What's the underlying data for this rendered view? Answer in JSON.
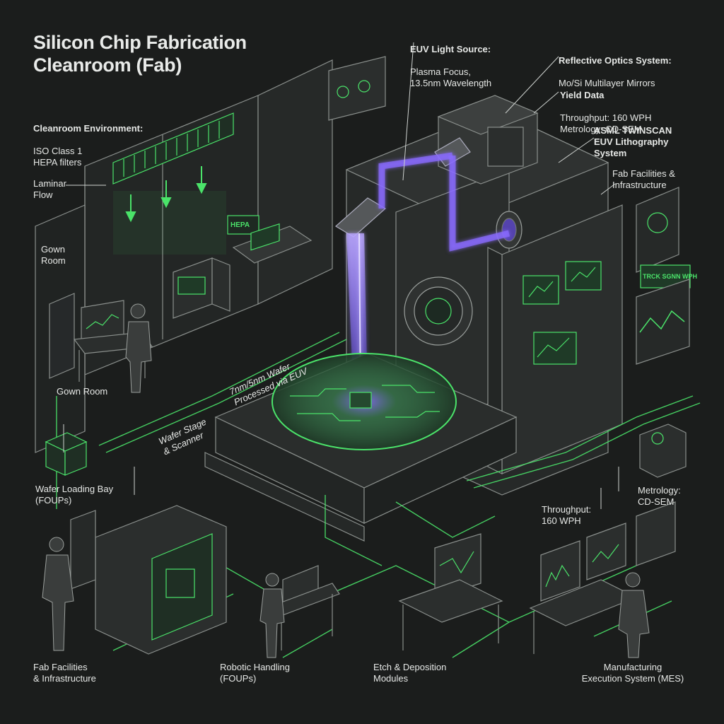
{
  "title": "Silicon Chip Fabrication\nCleanroom (Fab)",
  "colors": {
    "background": "#1b1d1c",
    "circuit_green": "#4be36a",
    "euv_violet": "#8a6bff",
    "equipment_gray": "#3a3d3c",
    "line_gray": "#8a8f8c",
    "text": "#e6e8e6"
  },
  "labels": {
    "cleanroom_env_head": "Cleanroom Environment:",
    "cleanroom_env_body": "ISO Class 1\nHEPA filters",
    "laminar_flow": "Laminar\nFlow",
    "gown_room_upper": "Gown\nRoom",
    "gown_room_lower": "Gown Room",
    "wafer_loading_bay": "Wafer Loading Bay\n(FOUPs)",
    "fab_facilities_left": "Fab Facilities\n& Infrastructure",
    "robotic_handling": "Robotic Handling\n(FOUPs)",
    "etch_deposition": "Etch & Deposition\nModules",
    "mes": "Manufacturing\nExecution System (MES)",
    "euv_source_head": "EUV Light Source:",
    "euv_source_body": "Plasma Focus,\n13.5nm Wavelength",
    "reflective_optics_head": "Reflective Optics System:",
    "reflective_optics_body": "Mo/Si Multilayer Mirrors",
    "yield_head": "Yield Data",
    "yield_body": "Throughput: 160 WPH\nMetrology: CD-SEM",
    "asml": "ASML TWINSCAN\nEUV Lithography\nSystem",
    "fab_facilities_right": "Fab Facilities &\nInfrastructure",
    "metrology": "Metrology:\nCD-SEM",
    "throughput": "Throughput:\n160 WPH",
    "wafer_processed": "7nm/5nm Wafer\nProcessed via EUV",
    "wafer_stage": "Wafer Stage\n& Scanner",
    "hepa_sign": "HEPA",
    "panel_sign": "TRCK SGNN WPH"
  }
}
